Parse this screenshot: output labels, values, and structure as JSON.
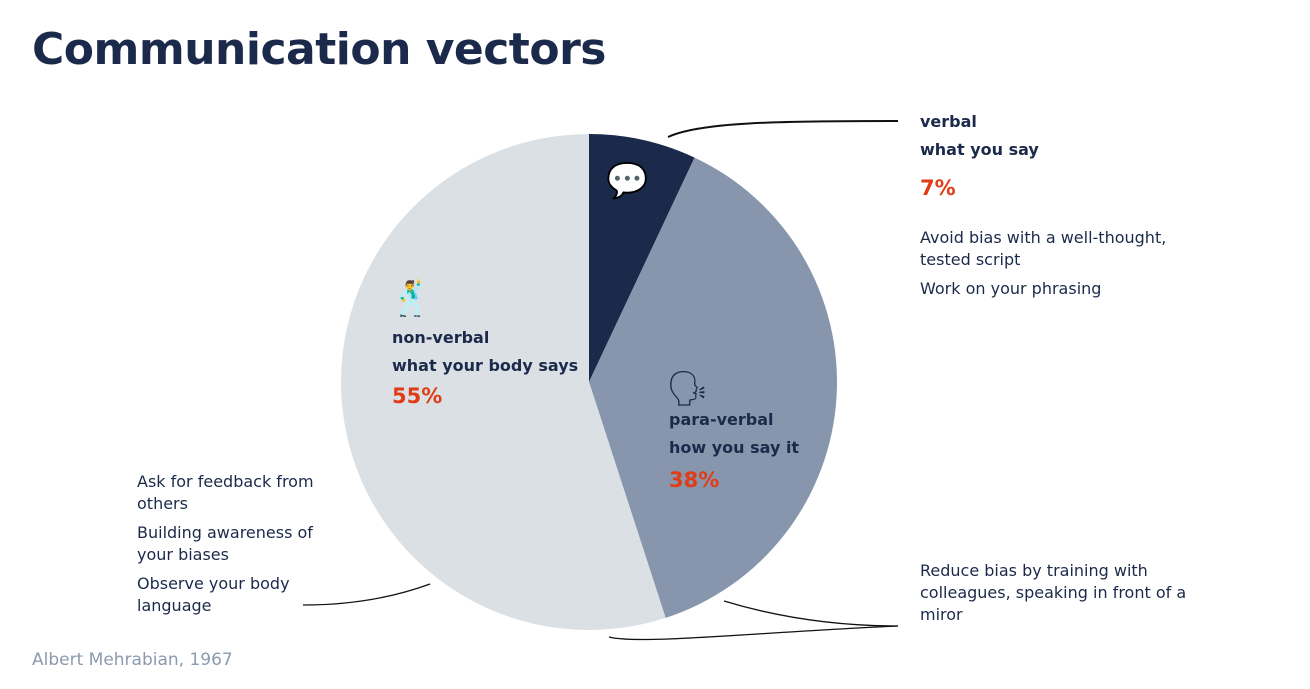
{
  "title": "Communication vectors",
  "source": "Albert Mehrabian, 1967",
  "colors": {
    "verbal": "#1b2a4a",
    "para_verbal": "#8796ad",
    "non_verbal": "#dbe0e5",
    "accent": "#e03d16",
    "text": "#1b2a4a"
  },
  "segments": {
    "verbal": {
      "name": "verbal",
      "sub": "what you say",
      "pct": "7%",
      "icon": "speech-bubble-icon",
      "glyph": "💬",
      "tips": [
        "Avoid bias with a well-thought, tested script",
        "Work on your phrasing"
      ]
    },
    "para_verbal": {
      "name": "para-verbal",
      "sub": "how you say it",
      "pct": "38%",
      "icon": "speaking-head-icon",
      "glyph": "🗣",
      "tips": [
        "Reduce bias by training with colleagues, speaking in front of a miror"
      ]
    },
    "non_verbal": {
      "name": "non-verbal",
      "sub": "what your body says",
      "pct": "55%",
      "icon": "dancing-man-icon",
      "glyph": "🕺",
      "tips": [
        "Ask for feedback from others",
        "Building awareness of your biases",
        "Observe your body language"
      ]
    }
  },
  "chart_data": {
    "type": "pie",
    "title": "Communication vectors",
    "categories": [
      "verbal",
      "para-verbal",
      "non-verbal"
    ],
    "subtitles": [
      "what you say",
      "how you say it",
      "what your body says"
    ],
    "values": [
      7,
      38,
      55
    ],
    "unit": "%",
    "start_angle": "12 o'clock, clockwise",
    "colors": [
      "#1b2a4a",
      "#8796ad",
      "#dbe0e5"
    ],
    "annotations": [
      "Avoid bias with a well-thought, tested script",
      "Work on your phrasing",
      "Reduce bias by training with colleagues, speaking in front of a miror",
      "Ask for feedback from others",
      "Building awareness of your biases",
      "Observe your body language"
    ],
    "source": "Albert Mehrabian, 1967"
  }
}
